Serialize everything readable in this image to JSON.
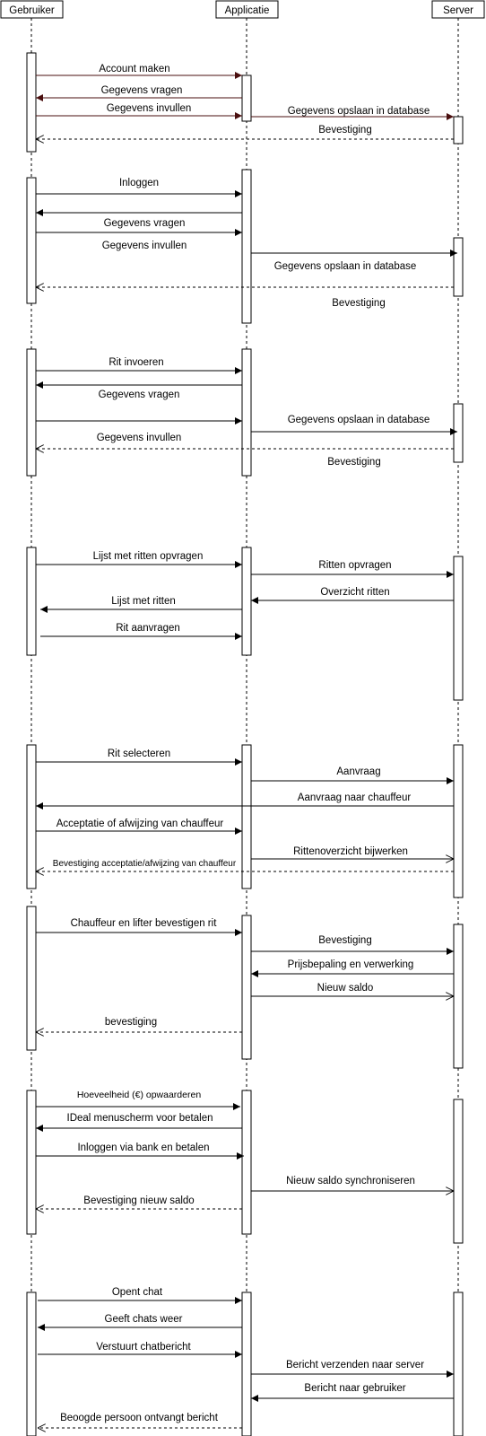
{
  "participants": [
    "Gebruiker",
    "Applicatie",
    "Server"
  ],
  "messages": [
    "Account maken",
    "Gegevens vragen",
    "Gegevens invullen",
    "Gegevens opslaan in database",
    "Bevestiging",
    "Inloggen",
    "Gegevens vragen",
    "Gegevens invullen",
    "Gegevens opslaan in database",
    "Bevestiging",
    "Rit invoeren",
    "Gegevens vragen",
    "Gegevens opslaan in database",
    "Gegevens invullen",
    "Bevestiging",
    "Lijst met ritten opvragen",
    "Ritten opvragen",
    "Overzicht ritten",
    "Lijst met ritten",
    "Rit aanvragen",
    "Rit selecteren",
    "Aanvraag",
    "Aanvraag naar chauffeur",
    "Acceptatie of afwijzing van chauffeur",
    "Rittenoverzicht bijwerken",
    "Bevestiging acceptatie/afwijzing van chauffeur",
    "Chauffeur en lifter bevestigen rit",
    "Bevestiging",
    "Prijsbepaling en verwerking",
    "Nieuw saldo",
    "bevestiging",
    "Hoeveelheid (€) opwaarderen",
    "IDeal menuscherm voor betalen",
    "Inloggen via bank en betalen",
    "Nieuw saldo synchroniseren",
    "Bevestiging nieuw saldo",
    "Opent chat",
    "Geeft chats weer",
    "Verstuurt chatbericht",
    "Bericht verzenden naar server",
    "Bericht naar gebruiker",
    "Beoogde persoon ontvangt bericht"
  ]
}
